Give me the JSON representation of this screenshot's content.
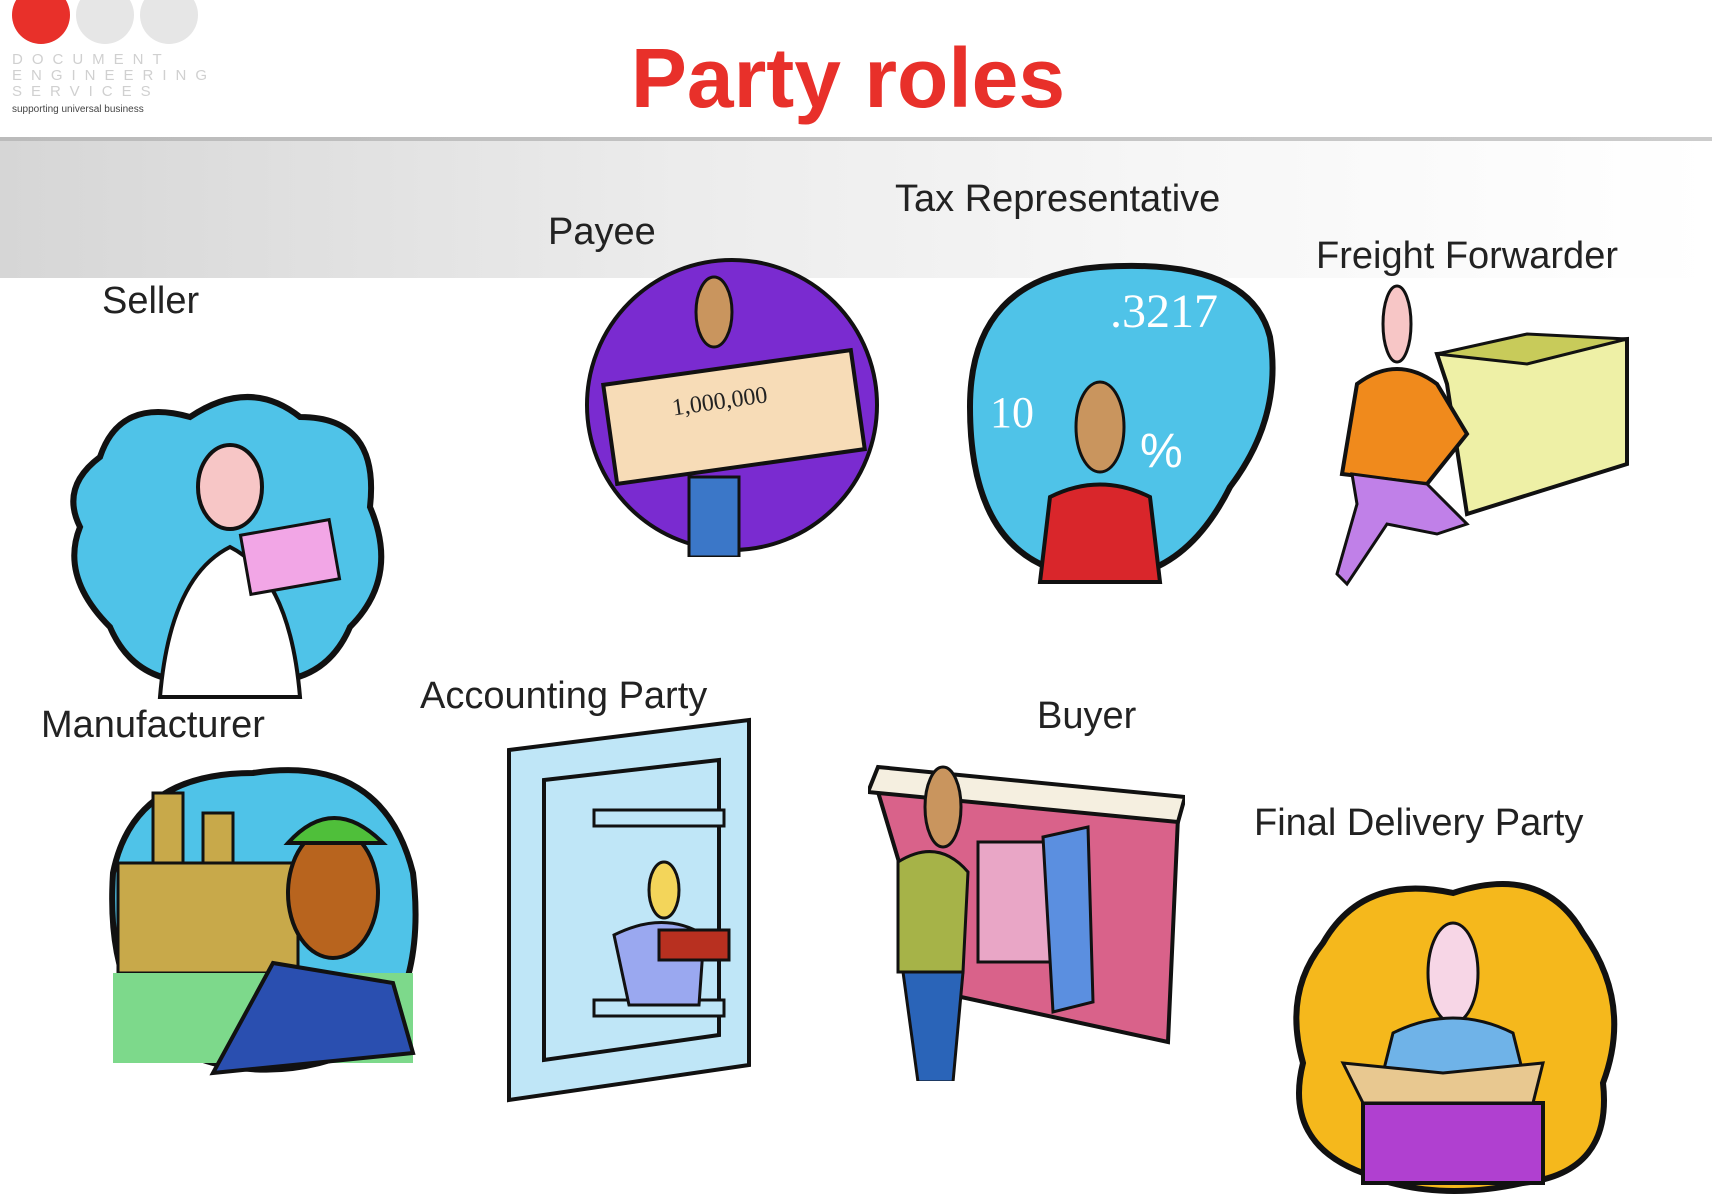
{
  "slide": {
    "title": "Party roles",
    "logo": {
      "line1": "DOCUMENT",
      "line2": "ENGINEERING",
      "line3": "SERVICES",
      "tagline": "supporting universal business"
    },
    "roles": [
      {
        "label": "Seller"
      },
      {
        "label": "Payee"
      },
      {
        "label": "Tax Representative"
      },
      {
        "label": "Freight Forwarder"
      },
      {
        "label": "Manufacturer"
      },
      {
        "label": "Accounting Party"
      },
      {
        "label": "Buyer"
      },
      {
        "label": "Final Delivery Party"
      }
    ],
    "illustration_text": {
      "cheque_amount": "1,000,000",
      "tax_number": ".3217"
    }
  },
  "colors": {
    "title": "#e8302a",
    "sky_blue": "#4fc3e8",
    "purple": "#7a2bd0",
    "orange": "#f08a1c",
    "yellow": "#f5b81c"
  }
}
